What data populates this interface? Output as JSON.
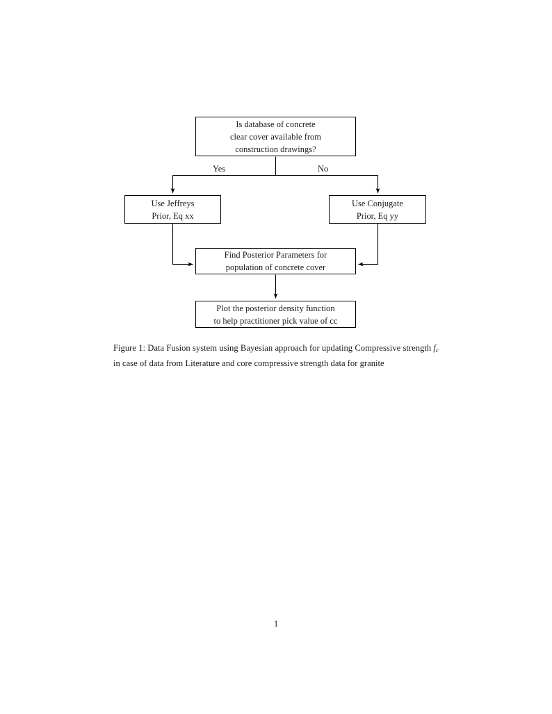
{
  "document": {
    "page_number": "1",
    "background_color": "#ffffff",
    "text_color": "#1a1a1a",
    "line_color": "#000000"
  },
  "figure": {
    "type": "flowchart",
    "nodes": [
      {
        "id": "question",
        "shape": "rectangle",
        "lines": [
          "Is database of concrete",
          "clear cover available from",
          "construction drawings?"
        ]
      },
      {
        "id": "jeffreys",
        "shape": "rectangle",
        "lines": [
          "Use Jeffreys",
          "Prior, Eq xx"
        ]
      },
      {
        "id": "conjugate",
        "shape": "rectangle",
        "lines": [
          "Use Conjugate",
          "Prior, Eq yy"
        ]
      },
      {
        "id": "posterior",
        "shape": "rectangle",
        "lines": [
          "Find Posterior Parameters for",
          "population of concrete cover"
        ]
      },
      {
        "id": "plot",
        "shape": "rectangle",
        "lines": [
          "Plot the posterior density function",
          "to help practitioner pick value of cc"
        ]
      }
    ],
    "edge_labels": {
      "yes": "Yes",
      "no": "No"
    },
    "edges": [
      {
        "from": "question",
        "to": "jeffreys",
        "label": "Yes"
      },
      {
        "from": "question",
        "to": "conjugate",
        "label": "No"
      },
      {
        "from": "jeffreys",
        "to": "posterior",
        "label": ""
      },
      {
        "from": "conjugate",
        "to": "posterior",
        "label": ""
      },
      {
        "from": "posterior",
        "to": "plot",
        "label": ""
      }
    ]
  },
  "caption": {
    "label": "Figure 1:",
    "text_before_math": " Data Fusion system using Bayesian approach for updating Compressive strength ",
    "math_base": "f",
    "math_sub": "c",
    "text_after_math": " in case of data from Literature and core compressive strength data for granite",
    "full_text": "Figure 1: Data Fusion system using Bayesian approach for updating Compressive strength fc in case of data from Literature and core compressive strength data for granite"
  }
}
